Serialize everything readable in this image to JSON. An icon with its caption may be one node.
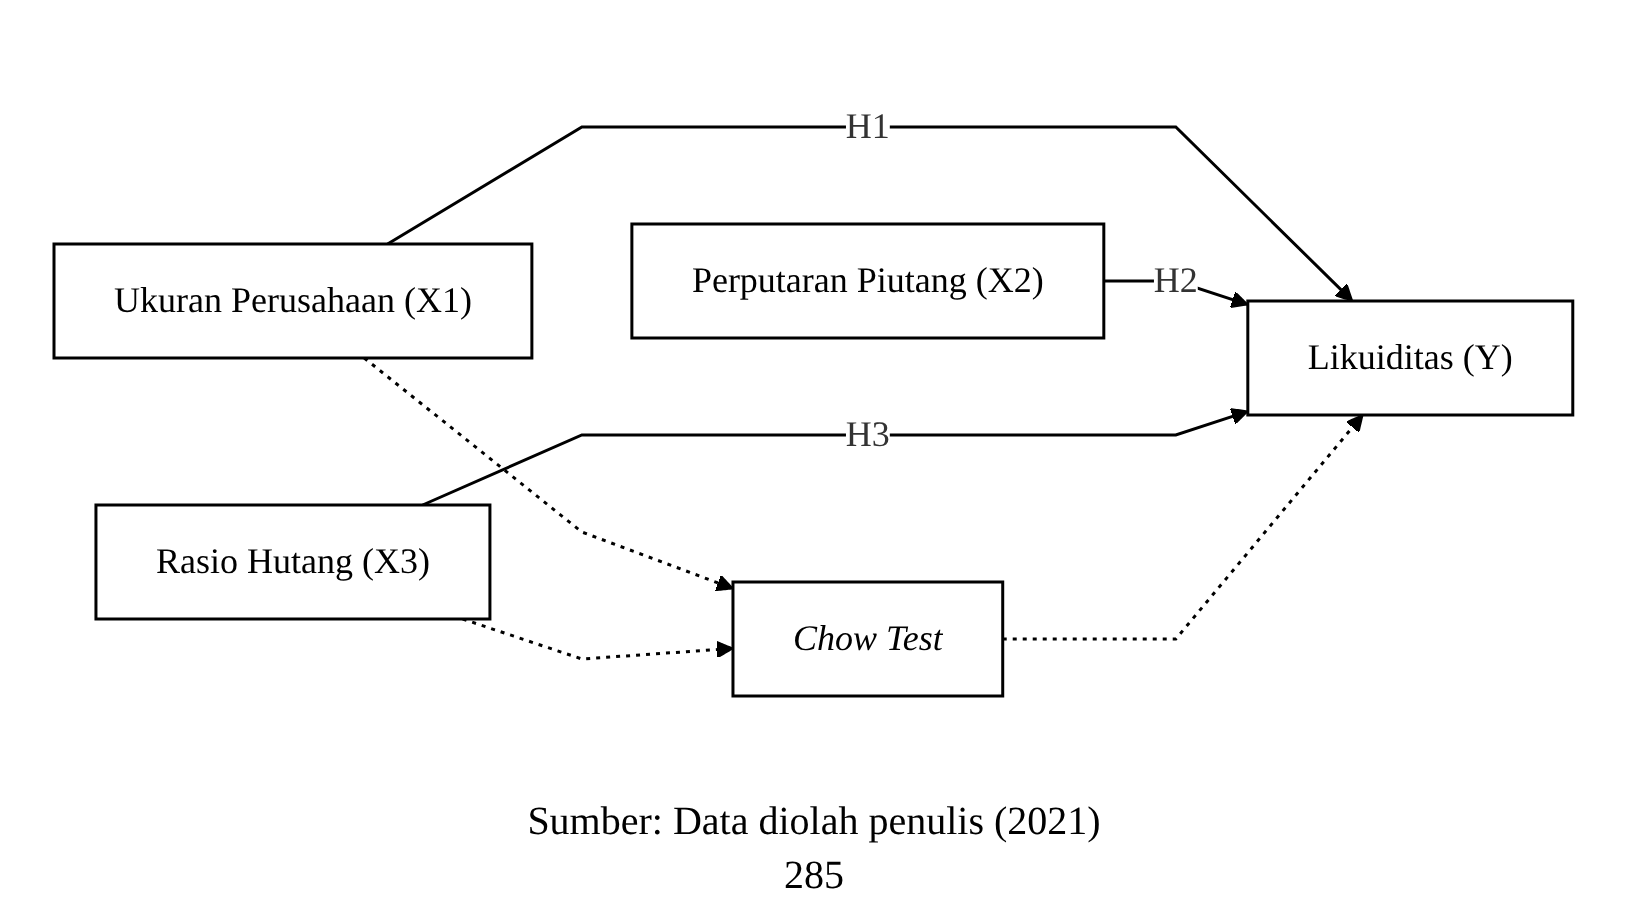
{
  "diagram": {
    "caption": "Sumber: Data diolah penulis (2021)",
    "nodes": [
      {
        "text": [
          "Ukuran Perusahaan (X1)"
        ]
      },
      {
        "text": [
          "Perputaran Piutang (X2)"
        ]
      },
      {
        "text": [
          "Rasio Hutang (X3)"
        ]
      },
      {
        "text": [
          "Likuiditas (Y)"
        ]
      },
      {
        "text": [
          "Chow Test"
        ]
      }
    ],
    "edges": [
      {
        "from": 0,
        "to": 3,
        "arrow": "to",
        "label": "H1"
      },
      {
        "from": 1,
        "to": 3,
        "arrow": "to",
        "label": "H2"
      },
      {
        "from": 2,
        "to": 3,
        "arrow": "to",
        "label": "H3"
      },
      {
        "from": 4,
        "to": 3,
        "arrow": "to",
        "style": "dashed"
      },
      {
        "from": 0,
        "to": 4,
        "arrow": "to",
        "style": "dashed"
      },
      {
        "from": 2,
        "to": 4,
        "arrow": "to",
        "style": "dashed"
      }
    ],
    "labels": [
      "285"
    ]
  }
}
